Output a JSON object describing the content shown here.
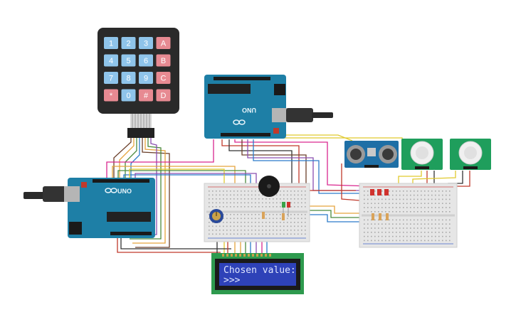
{
  "keypad": {
    "keys": [
      [
        {
          "label": "1",
          "kind": "num"
        },
        {
          "label": "2",
          "kind": "num"
        },
        {
          "label": "3",
          "kind": "num"
        },
        {
          "label": "A",
          "kind": "letter"
        }
      ],
      [
        {
          "label": "4",
          "kind": "num"
        },
        {
          "label": "5",
          "kind": "num"
        },
        {
          "label": "6",
          "kind": "num"
        },
        {
          "label": "B",
          "kind": "letter"
        }
      ],
      [
        {
          "label": "7",
          "kind": "num"
        },
        {
          "label": "8",
          "kind": "num"
        },
        {
          "label": "9",
          "kind": "num"
        },
        {
          "label": "C",
          "kind": "letter"
        }
      ],
      [
        {
          "label": "*",
          "kind": "letter"
        },
        {
          "label": "0",
          "kind": "num"
        },
        {
          "label": "#",
          "kind": "letter"
        },
        {
          "label": "D",
          "kind": "letter"
        }
      ]
    ]
  },
  "arduino_left": {
    "brand": "UNO",
    "logo_icon": "infinity-icon"
  },
  "arduino_top": {
    "brand": "UNO",
    "logo_icon": "infinity-icon"
  },
  "lcd": {
    "line1": "Chosen value:",
    "line2": ">>>"
  },
  "colors": {
    "board": "#1e7fa6",
    "keypad_body": "#2a2a2a",
    "key_num": "#8fc4ea",
    "key_letter": "#e78a92",
    "lcd_frame": "#2e9a4e",
    "lcd_screen": "#2e42b8",
    "breadboard": "#e6e6e6",
    "sensor_board": "#1f9e5c"
  }
}
